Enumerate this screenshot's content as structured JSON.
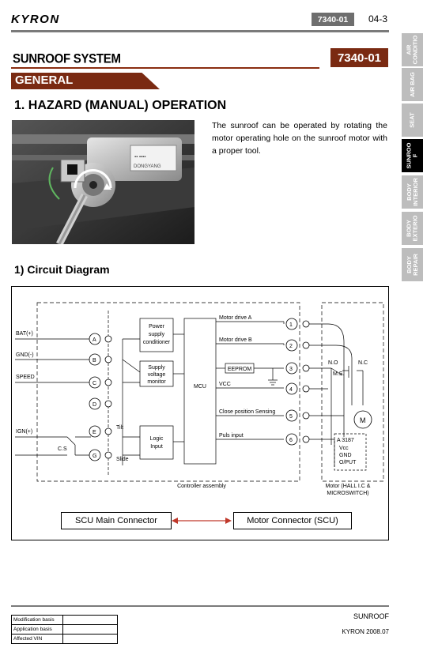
{
  "header": {
    "brand": "KYRON",
    "code": "7340-01",
    "page": "04-3"
  },
  "side_tabs": [
    {
      "label": "AIR\nCONDITIO",
      "active": false
    },
    {
      "label": "AIR BAG",
      "active": false
    },
    {
      "label": "SEAT",
      "active": false
    },
    {
      "label": "SUNROO\nF",
      "active": true
    },
    {
      "label": "BODY\nINTERIOR",
      "active": false
    },
    {
      "label": "BODY\nEXTERIO",
      "active": false
    },
    {
      "label": "BODY\nREPAIR",
      "active": false
    }
  ],
  "title": {
    "system": "SUNROOF SYSTEM",
    "code": "7340-01",
    "section": "GENERAL"
  },
  "hazard": {
    "heading": "1. HAZARD (MANUAL) OPERATION",
    "text": "The sunroof can be operated by rotating the motor operating hole on the sunroof motor with a proper tool.",
    "photo_label": "DONGYANG"
  },
  "circuit": {
    "heading": "1) Circuit Diagram",
    "inputs": [
      "BAT(+)",
      "GND(-)",
      "SPEED",
      "IGN(+)"
    ],
    "cs": "C.S",
    "pins_left": [
      "A",
      "B",
      "C",
      "D",
      "E",
      "G"
    ],
    "tilt": "Tilt",
    "slide": "Slide",
    "blocks": {
      "power": "Power\nsupply\nconditioner",
      "supply": "Supply\nvoltage\nmonitor",
      "logic": "Logic\nInput",
      "mcu": "MCU",
      "eeprom": "EEPROM"
    },
    "signals": [
      "Motor drive A",
      "Motor drive B",
      "VCC",
      "Close position Sensing",
      "Puls input"
    ],
    "pins_right": [
      "1",
      "2",
      "3",
      "4",
      "5",
      "6"
    ],
    "switch": {
      "no": "N.O",
      "nc": "N.C",
      "ms": "M.S."
    },
    "motor": "M",
    "hall": [
      "A 3187",
      "Vcc",
      "GND",
      "O/PUT"
    ],
    "controller_label": "Controller assembly",
    "motor_label": "Motor (HALL I.C &\nMICROSWITCH)",
    "scu_connector": "SCU Main Connector",
    "motor_connector": "Motor Connector (SCU)"
  },
  "footer": {
    "rows": [
      "Modification basis",
      "Application basis",
      "Affected VIN"
    ],
    "section": "SUNROOF",
    "model": "KYRON 2008.07"
  },
  "colors": {
    "accent": "#7a2a12",
    "header_gray": "#6e6e6e",
    "tab_gray": "#bdbdbd",
    "arrow_red": "#c0392b"
  }
}
